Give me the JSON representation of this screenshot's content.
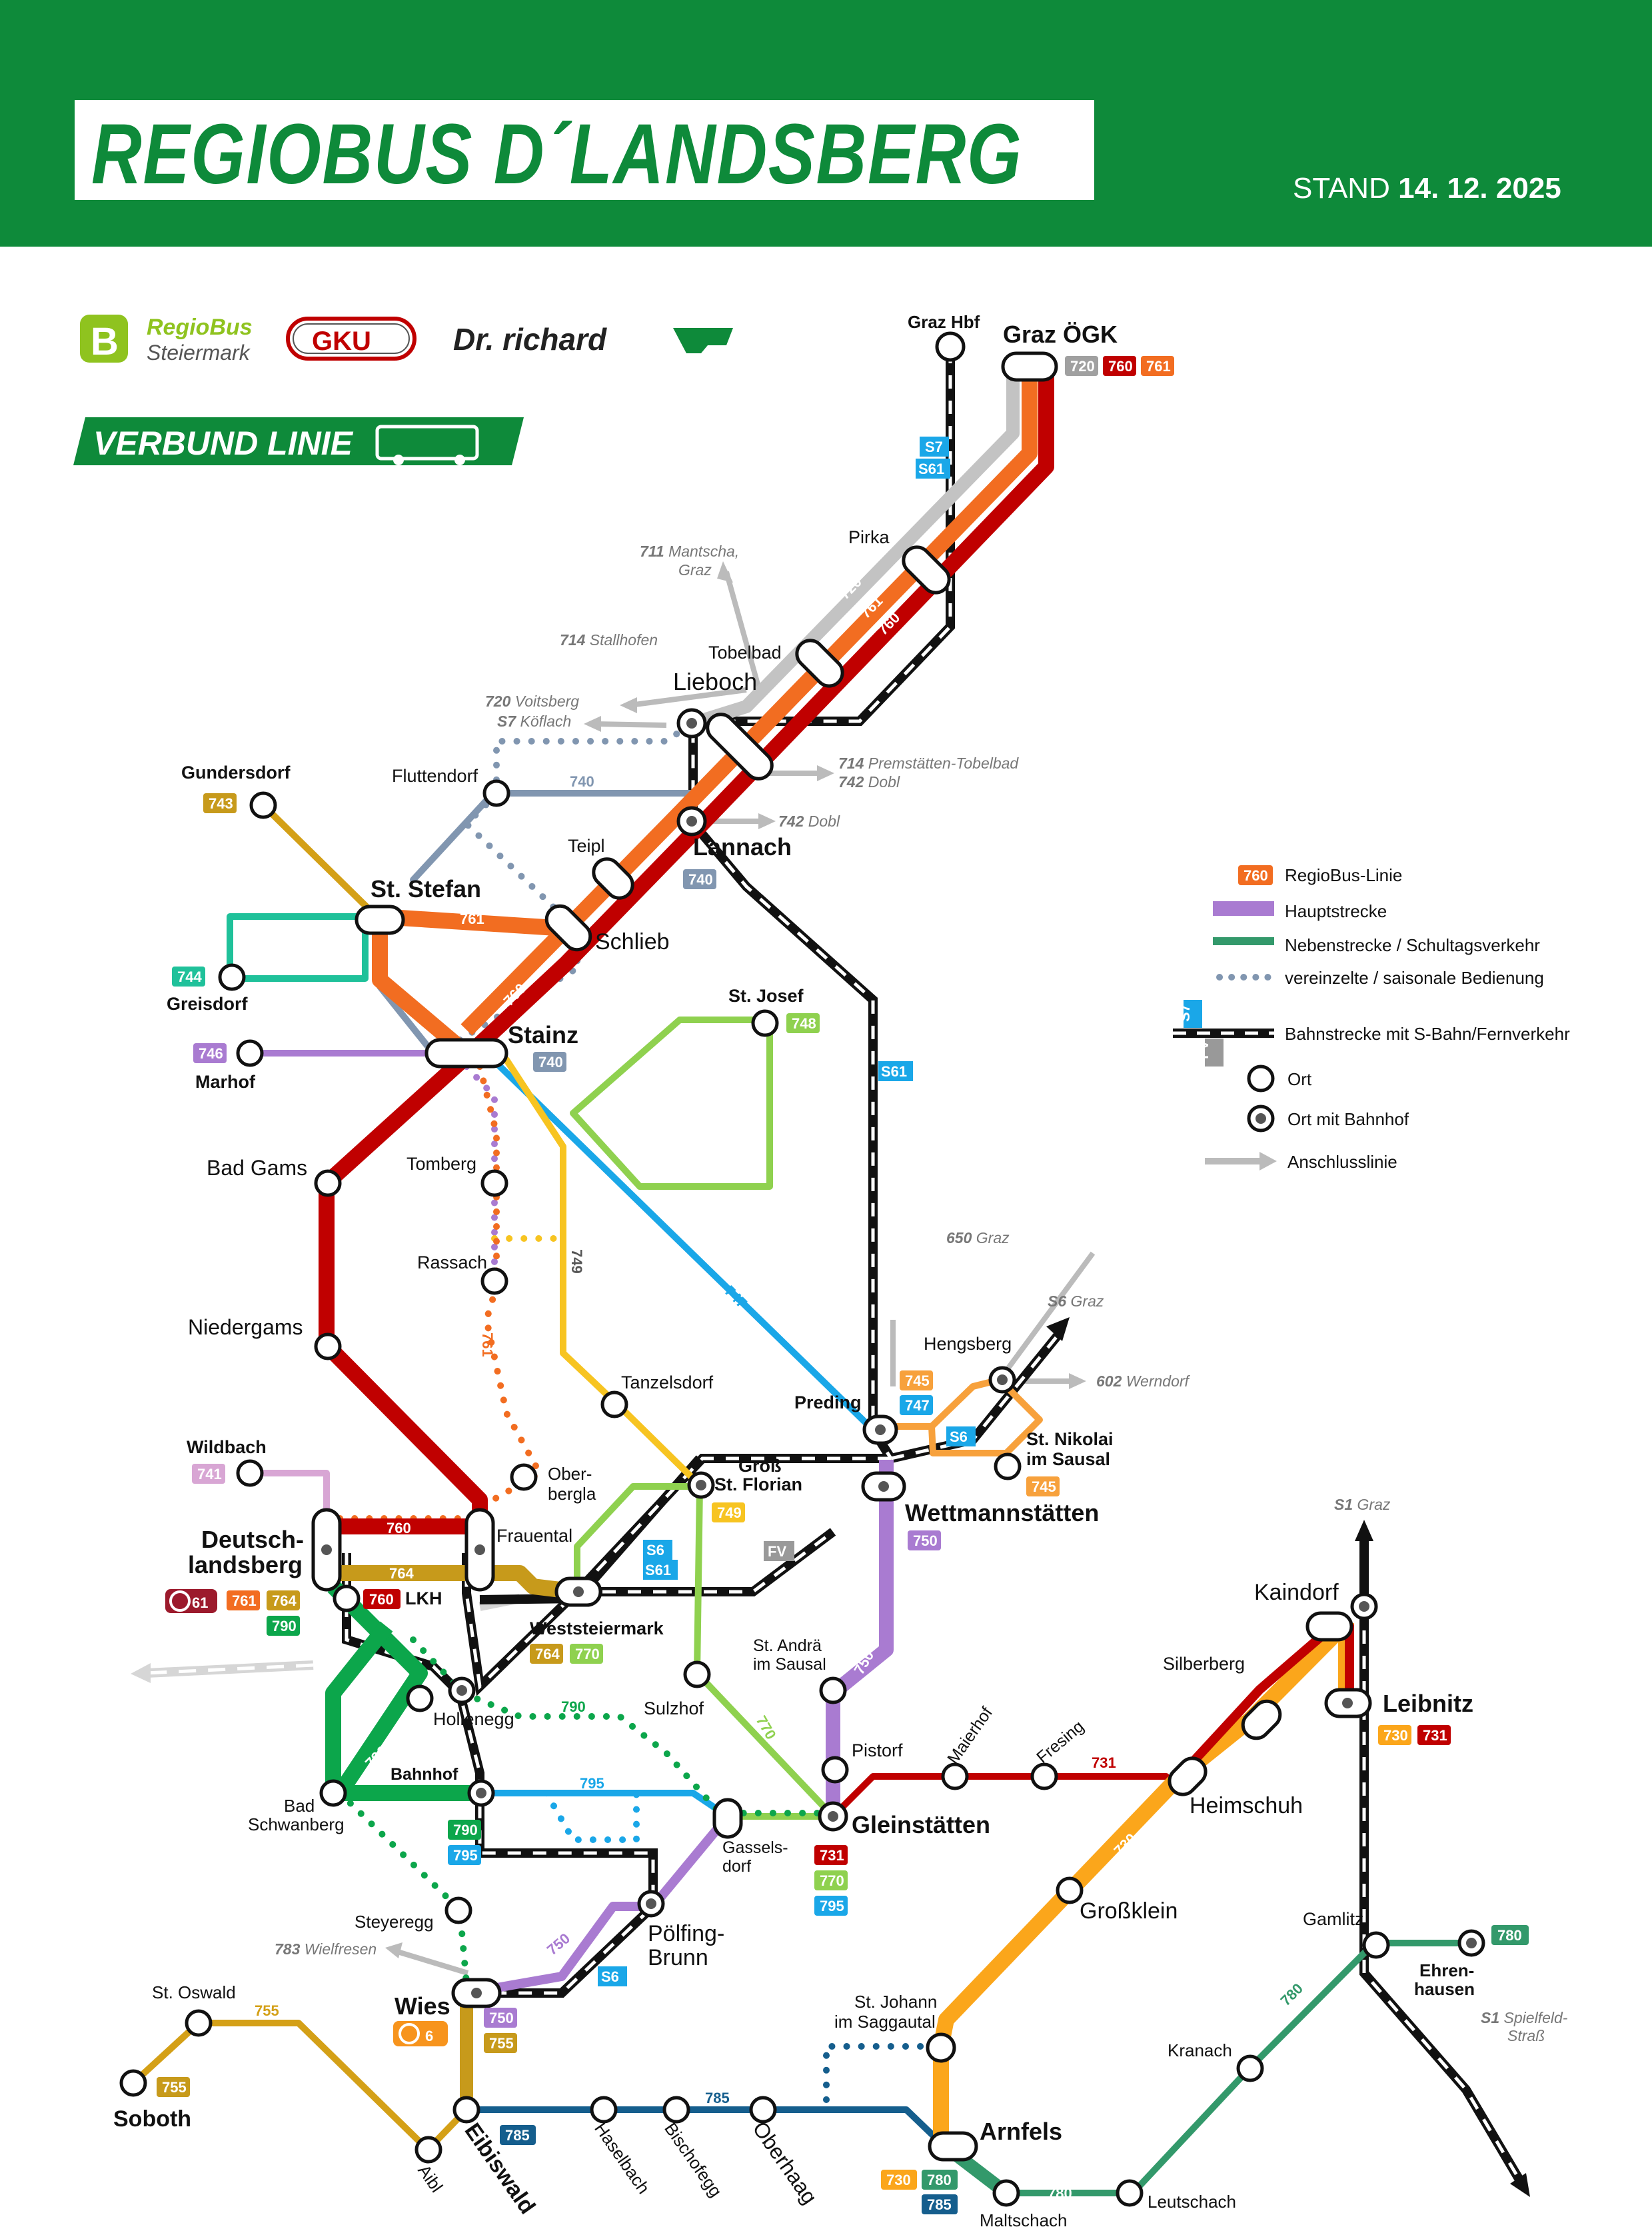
{
  "header": {
    "title": "REGIOBUS D´LANDSBERG",
    "stand_label": "STAND",
    "stand_date": "14. 12. 2025"
  },
  "logos": {
    "regiobus_line1": "RegioBus",
    "regiobus_line2": "Steiermark",
    "gku": "GKU",
    "richard": "Dr. richard",
    "verbund": "VERBUND LINIE"
  },
  "colors": {
    "header_green": "#0e8a3a",
    "l720": "#c3c3c3",
    "l760": "#c00000",
    "l761": "#f26d21",
    "l740": "#8196b0",
    "l743": "#d4a017",
    "l744": "#1fc19a",
    "l746": "#a97bd1",
    "l747": "#1aa7e8",
    "l748": "#8fd14f",
    "l749": "#f7c421",
    "l741": "#d8a6d4",
    "l750": "#a97bd1",
    "l764": "#c79a1b",
    "l790": "#0ca64b",
    "l795": "#1aa7e8",
    "l770": "#8fd14f",
    "l731": "#c00000",
    "l730": "#fba61b",
    "l780": "#33996b",
    "l785": "#155e8d",
    "l755": "#d4a017",
    "l745": "#f7a13c",
    "rail": "#111111",
    "sbahn": "#1aa7e8"
  },
  "legend": {
    "line_badge": "760",
    "line": "RegioBus-Linie",
    "main": "Hauptstrecke",
    "secondary": "Nebenstrecke / Schultagsverkehr",
    "seasonal": "vereinzelte / saisonale Bedienung",
    "rail_s": "S7",
    "rail_fv": "FV",
    "rail": "Bahnstrecke mit S-Bahn/Fernverkehr",
    "place": "Ort",
    "station": "Ort mit Bahnhof",
    "connection": "Anschlusslinie"
  },
  "stations": {
    "graz_hbf": "Graz Hbf",
    "graz_oegk": "Graz ÖGK",
    "pirka": "Pirka",
    "tobelbad": "Tobelbad",
    "lieboch": "Lieboch",
    "fluttendorf": "Fluttendorf",
    "gundersdorf": "Gundersdorf",
    "teipl": "Teipl",
    "lannach": "Lannach",
    "st_stefan": "St. Stefan",
    "schlieb": "Schlieb",
    "greisdorf": "Greisdorf",
    "marhof": "Marhof",
    "stainz": "Stainz",
    "st_josef": "St. Josef",
    "bad_gams": "Bad Gams",
    "tomberg": "Tomberg",
    "rassach": "Rassach",
    "niedergams": "Niedergams",
    "tanzelsdorf": "Tanzelsdorf",
    "preding": "Preding",
    "hengsberg": "Hengsberg",
    "st_nikolai_1": "St. Nikolai",
    "st_nikolai_2": "im Sausal",
    "gross_florian_1": "Groß",
    "gross_florian_2": "St. Florian",
    "wettmannstaetten": "Wettmannstätten",
    "wildbach": "Wildbach",
    "oberbergla_1": "Ober-",
    "oberbergla_2": "bergla",
    "deutschlandsberg_1": "Deutsch-",
    "deutschlandsberg_2": "landsberg",
    "frauental": "Frauental",
    "lkh": "LKH",
    "weststeiermark": "Weststeiermark",
    "st_andrae_1": "St. Andrä",
    "st_andrae_2": "im Sausal",
    "kaindorf": "Kaindorf",
    "hollenegg": "Hollenegg",
    "sulzhof": "Sulzhof",
    "silberberg": "Silberberg",
    "leibnitz": "Leibnitz",
    "maierhof": "Maierhof",
    "fresing": "Fresing",
    "pistorf": "Pistorf",
    "bahnhof": "Bahnhof",
    "bad_schwanberg_1": "Bad",
    "bad_schwanberg_2": "Schwanberg",
    "gleinstaetten": "Gleinstätten",
    "heimschuh": "Heimschuh",
    "gasselsdorf_1": "Gassels-",
    "gasselsdorf_2": "dorf",
    "steyeregg": "Steyeregg",
    "poelfing_1": "Pölfing-",
    "poelfing_2": "Brunn",
    "grossklein": "Großklein",
    "gamlitz": "Gamlitz",
    "wies": "Wies",
    "st_oswald": "St. Oswald",
    "soboth": "Soboth",
    "st_johann_1": "St. Johann",
    "st_johann_2": "im Saggautal",
    "ehrenhausen_1": "Ehren-",
    "ehrenhausen_2": "hausen",
    "kranach": "Kranach",
    "arnfels": "Arnfels",
    "eibiswald": "Eibiswald",
    "aibl": "Aibl",
    "haselbach": "Haselbach",
    "bischofegg": "Bischofegg",
    "oberhaag": "Oberhaag",
    "maltschach": "Maltschach",
    "leutschach": "Leutschach"
  },
  "connections": {
    "c711_num": "711",
    "c711_a": "Mantscha,",
    "c711_b": "Graz",
    "c714_num": "714",
    "c714_a": "Stallhofen",
    "c720_num": "720",
    "c720_a": "Voitsberg",
    "s7_num": "S7",
    "s7_a": "Köflach",
    "c714b_num": "714",
    "c714b_a": "Premstätten-Tobelbad",
    "c742_num": "742",
    "c742_a": "Dobl",
    "c742b_num": "742",
    "c742b_a": "Dobl",
    "c650_num": "650",
    "c650_a": "Graz",
    "s6_num": "S6",
    "s6_a": "Graz",
    "c602_num": "602",
    "c602_a": "Werndorf",
    "s1_num": "S1",
    "s1_a": "Graz",
    "s1b_num": "S1",
    "s1b_a": "Spielfeld-",
    "s1b_b": "Straß",
    "c783_num": "783",
    "c783_a": "Wielfresen"
  },
  "badges": {
    "b720": "720",
    "b760": "760",
    "b761": "761",
    "b743": "743",
    "b740": "740",
    "b744": "744",
    "b746": "746",
    "b748": "748",
    "b741": "741",
    "b749": "749",
    "b745": "745",
    "b747": "747",
    "b750": "750",
    "b764": "764",
    "b770": "770",
    "b790": "790",
    "b795": "795",
    "b731": "731",
    "b730": "730",
    "b780": "780",
    "b755": "755",
    "b785": "785",
    "s61": "61",
    "s6": "6",
    "rail_s7": "S7",
    "rail_s61": "S61",
    "rail_s6": "S6",
    "rail_fv": "FV"
  },
  "line_labels": {
    "l720": "720",
    "l761": "761",
    "l760": "760",
    "l740": "740",
    "l747": "747",
    "l749": "749",
    "l764": "764",
    "l790": "790",
    "l795": "795",
    "l770": "770",
    "l750": "750",
    "l731": "731",
    "l730": "730",
    "l780": "780",
    "l785": "785",
    "l755": "755"
  }
}
